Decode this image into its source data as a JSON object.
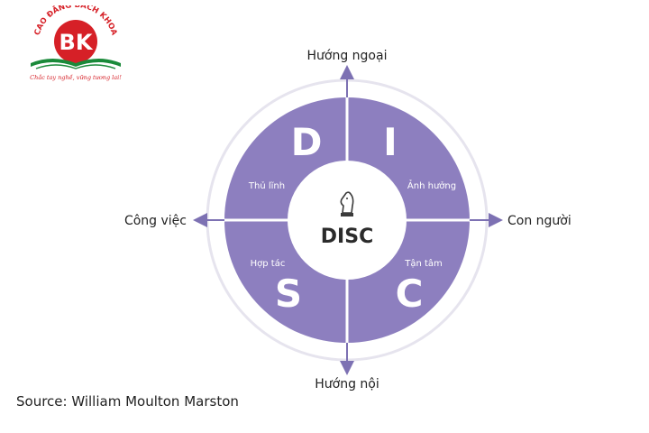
{
  "logo": {
    "arc_text": "CAO ĐẲNG BÁCH KHOA",
    "monogram": "BK",
    "tagline": "Chắc tay nghề, vững tương lai!"
  },
  "axes": {
    "top": "Hướng ngoại",
    "bottom": "Hướng nội",
    "left": "Công việc",
    "right": "Con người"
  },
  "quadrants": [
    {
      "letter": "D",
      "label": "Thủ lĩnh"
    },
    {
      "letter": "I",
      "label": "Ảnh hưởng"
    },
    {
      "letter": "S",
      "label": "Hợp tác"
    },
    {
      "letter": "C",
      "label": "Tận tâm"
    }
  ],
  "center": {
    "title": "DISC",
    "icon": "chess-knight-icon"
  },
  "source": "Source: William Moulton Marston",
  "colors": {
    "quadrant_fill": "#8d7fbf",
    "outer_ring": "#e6e4ee",
    "axis": "#7d71b3",
    "logo_red": "#d62027",
    "logo_green": "#1a8a3a"
  }
}
